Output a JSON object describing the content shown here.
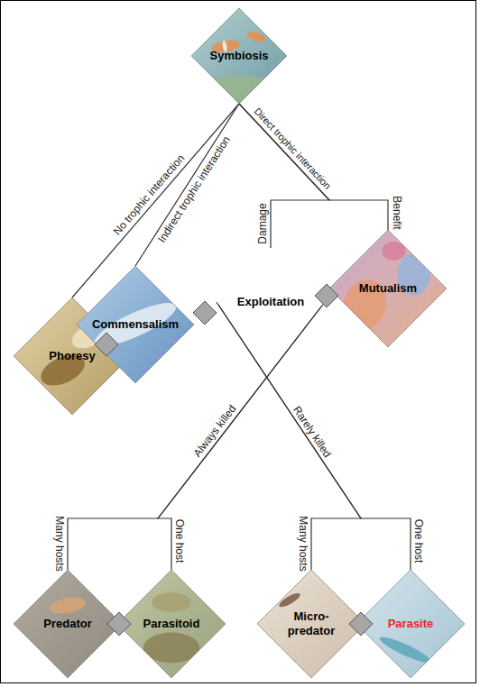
{
  "diagram": {
    "nodes": [
      {
        "text": [
          "Symbiosis"
        ]
      },
      {
        "text": [
          "Phoresy"
        ]
      },
      {
        "text": [
          "Commensalism"
        ]
      },
      {
        "text": [
          "Exploitation"
        ]
      },
      {
        "text": [
          "Mutualism"
        ]
      },
      {
        "text": [
          "Predator"
        ]
      },
      {
        "text": [
          "Parasitoid"
        ]
      },
      {
        "text": [
          "Micro-predator"
        ]
      },
      {
        "text": [
          "Parasite"
        ]
      }
    ],
    "edges": [
      {
        "from": 0,
        "to": 1,
        "arrow": "none",
        "label": "No trophic interaction"
      },
      {
        "from": 0,
        "to": 2,
        "arrow": "none",
        "label": "Indirect trophic interaction"
      },
      {
        "from": 0,
        "to": 3,
        "arrow": "none",
        "label": "Damage"
      },
      {
        "from": 0,
        "to": 4,
        "arrow": "none",
        "label": "Benefit"
      },
      {
        "from": 3,
        "to": 5,
        "arrow": "none",
        "label": "Many hosts"
      },
      {
        "from": 3,
        "to": 6,
        "arrow": "none",
        "label": "One host"
      },
      {
        "from": 3,
        "to": 7,
        "arrow": "none",
        "label": "Many hosts"
      },
      {
        "from": 3,
        "to": 8,
        "arrow": "none",
        "label": "One host"
      }
    ],
    "labels": [
      "Direct trophic interaction",
      "Always killed",
      "Rarely killed"
    ]
  }
}
